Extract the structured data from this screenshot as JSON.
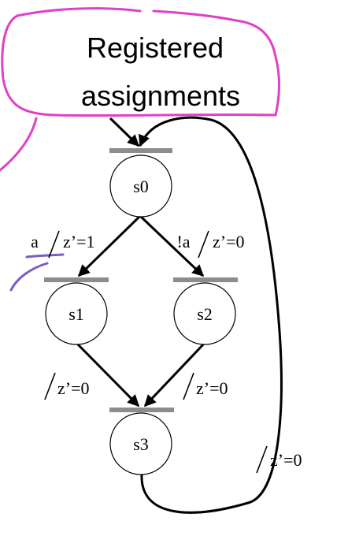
{
  "annotation": {
    "line1": "Registered",
    "line2": "assignments"
  },
  "states": {
    "s0": "s0",
    "s1": "s1",
    "s2": "s2",
    "s3": "s3"
  },
  "transitions": {
    "s0_to_s1_condition": "a",
    "s0_to_s1_action": "z’=1",
    "s0_to_s2_condition": "!a",
    "s0_to_s2_action": "z’=0",
    "s1_to_s3_action": "z’=0",
    "s2_to_s3_action": "z’=0",
    "s3_to_s0_action": "z’=0"
  },
  "colors": {
    "annotation_pink": "#e040c8",
    "annotation_purple": "#7b5cc8",
    "register_bar": "#8c8c8c",
    "ink": "#000000"
  }
}
